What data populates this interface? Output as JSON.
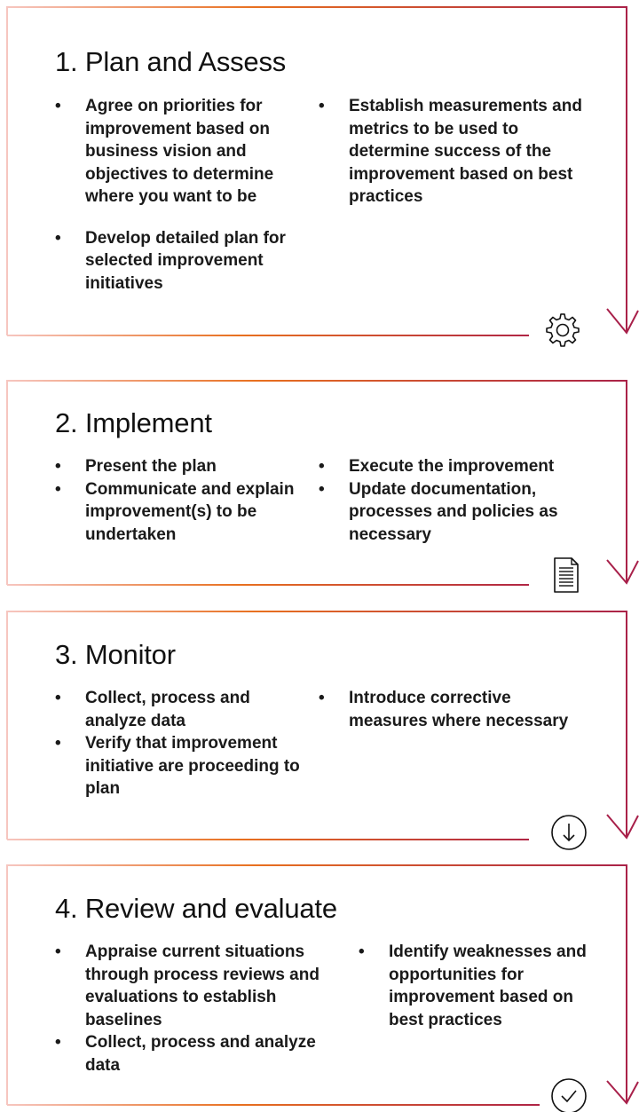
{
  "steps": [
    {
      "title": "1. Plan and Assess",
      "left_bullets": [
        "Agree on priorities for improvement based on business vision and objectives to determine where you want to be",
        "Develop detailed plan for selected improvement initiatives"
      ],
      "right_bullets": [
        "Establish measurements and metrics to be used to determine success of the improvement based on best practices"
      ],
      "icon": "gear-icon"
    },
    {
      "title": "2. Implement",
      "left_bullets": [
        "Present the plan",
        "Communicate and explain improvement(s) to be undertaken"
      ],
      "right_bullets": [
        "Execute the improvement",
        "Update documentation, processes and policies as necessary"
      ],
      "icon": "document-icon"
    },
    {
      "title": "3. Monitor",
      "left_bullets": [
        "Collect, process and analyze data",
        "Verify that improvement initiative are proceeding to plan"
      ],
      "right_bullets": [
        "Introduce corrective measures where necessary"
      ],
      "icon": "down-arrow-circle-icon"
    },
    {
      "title": "4. Review and evaluate",
      "left_bullets": [
        "Appraise current situations through process reviews and evaluations to establish baselines",
        "Collect, process and analyze data"
      ],
      "right_bullets": [
        "Identify weaknesses and opportunities for improvement based on best practices"
      ],
      "icon": "checkmark-circle-icon"
    }
  ],
  "colors": {
    "gradient_start": "#f7c8c4",
    "gradient_mid": "#e8701f",
    "gradient_end": "#a8204a",
    "text": "#111111"
  }
}
